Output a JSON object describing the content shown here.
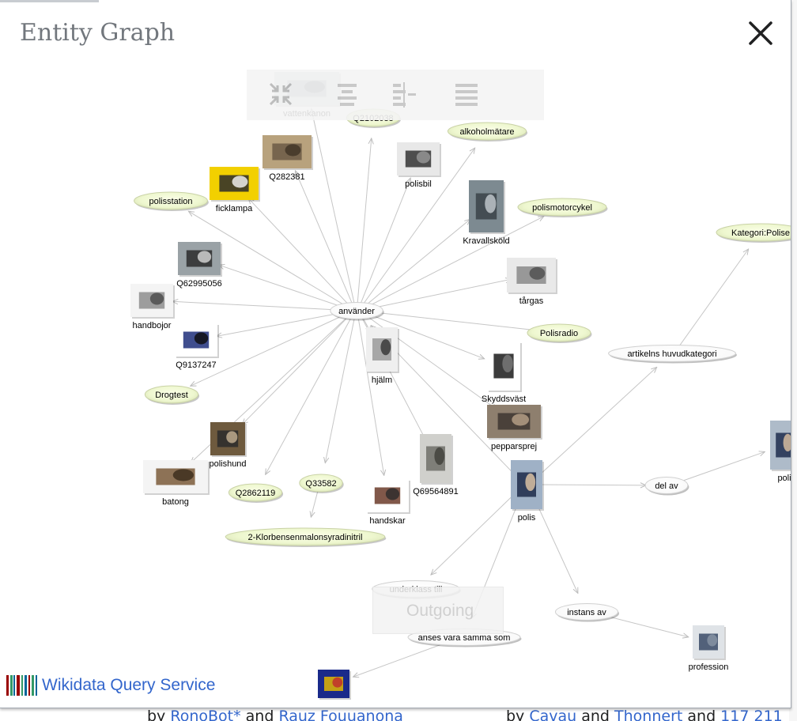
{
  "dialog": {
    "title": "Entity Graph",
    "close_icon": "close-icon"
  },
  "toolbar": {
    "icons": [
      "collapse-arrows-icon",
      "align-center-icon",
      "align-split-icon",
      "align-justify-icon"
    ]
  },
  "overlay": {
    "outgoing_label": "Outgoing"
  },
  "footer_link": {
    "label": "Wikidata Query Service",
    "icon": "wikidata-barcode-icon"
  },
  "background_footer": {
    "prefix_1": "by ",
    "link_1": "RonoBot*",
    "mid_1": " and ",
    "link_2": "Rauz Fouuanona",
    "prefix_2": "by ",
    "link_3": "Cavau",
    "mid_2": " and ",
    "link_4": "Thonnert",
    "mid_3": " and ",
    "link_5": "117 211"
  },
  "graph": {
    "image_nodes": [
      {
        "id": "vattenkanon",
        "label": "vattenkanon"
      },
      {
        "id": "Q282381",
        "label": "Q282381"
      },
      {
        "id": "polisbil",
        "label": "polisbil"
      },
      {
        "id": "ficklampa",
        "label": "ficklampa"
      },
      {
        "id": "Kravallskold",
        "label": "Kravallsköld"
      },
      {
        "id": "Q62995056",
        "label": "Q62995056"
      },
      {
        "id": "targas",
        "label": "tårgas"
      },
      {
        "id": "handbojor",
        "label": "handbojor"
      },
      {
        "id": "Q9137247",
        "label": "Q9137247"
      },
      {
        "id": "hjalm",
        "label": "hjälm"
      },
      {
        "id": "Skyddsvast",
        "label": "Skyddsväst"
      },
      {
        "id": "pepparsprej",
        "label": "pepparsprej"
      },
      {
        "id": "polishund",
        "label": "polishund"
      },
      {
        "id": "batong",
        "label": "batong"
      },
      {
        "id": "Q69564891",
        "label": "Q69564891"
      },
      {
        "id": "handskar",
        "label": "handskar"
      },
      {
        "id": "polis",
        "label": "polis"
      },
      {
        "id": "poli",
        "label": "poli"
      },
      {
        "id": "profession",
        "label": "profession"
      },
      {
        "id": "emblem",
        "label": ""
      }
    ],
    "item_nodes": [
      {
        "id": "Q2102038",
        "label": "Q2102038"
      },
      {
        "id": "alkoholmatare",
        "label": "alkoholmätare"
      },
      {
        "id": "polisstation",
        "label": "polisstation"
      },
      {
        "id": "polismotorcykel",
        "label": "polismotorcykel"
      },
      {
        "id": "KategoriPolise",
        "label": "Kategori:Polise"
      },
      {
        "id": "Polisradio",
        "label": "Polisradio"
      },
      {
        "id": "Drogtest",
        "label": "Drogtest"
      },
      {
        "id": "Q33582",
        "label": "Q33582"
      },
      {
        "id": "Q2862119",
        "label": "Q2862119"
      },
      {
        "id": "Klorbensen",
        "label": "2-Klorbensenmalonsyradinitril"
      }
    ],
    "property_nodes": [
      {
        "id": "anvander",
        "label": "använder"
      },
      {
        "id": "artikelns",
        "label": "artikelns huvudkategori"
      },
      {
        "id": "delav",
        "label": "del av"
      },
      {
        "id": "underklass",
        "label": "underklass till"
      },
      {
        "id": "instansav",
        "label": "instans av"
      },
      {
        "id": "ansesvara",
        "label": "anses vara samma som"
      }
    ]
  }
}
